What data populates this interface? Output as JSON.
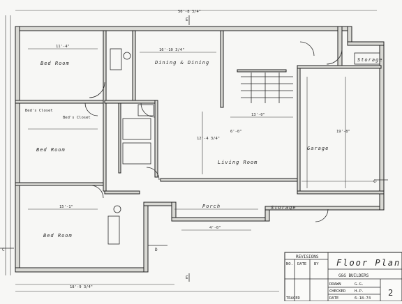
{
  "rooms": {
    "bed_room_1": "Bed Room",
    "bed_room_2": "Bed Room",
    "bed_room_3": "Bed Room",
    "dining": "Dining & Dining",
    "living": "Living Room",
    "garage": "Garage",
    "storage": "Storage",
    "porch": "Porch",
    "storage_low": "Storage",
    "closet_a": "Bed's Closet",
    "closet_b": "Bed's Closet"
  },
  "dimensions": {
    "overall_top": "56'-8 3/4\"",
    "overall_bottom": "18'-9 3/4\"",
    "bed1": "11'-4\"",
    "dining": "16'-10 3/4\"",
    "living_w": "13'-0\"",
    "living_h": "12'-4 3/4\"",
    "garage": "19'-8\"",
    "bed3": "15'-1\"",
    "misc_a": "6'-0\"",
    "misc_b": "4'-0\""
  },
  "markers": {
    "e_top": "E",
    "e_bottom": "E",
    "d_bottom": "D",
    "c_left": "C",
    "c_right": "C"
  },
  "title_block": {
    "title": "Floor Plan",
    "builder": "G&G BUILDERS",
    "revisions_header": "REVISIONS",
    "col_no": "NO.",
    "col_date": "DATE",
    "col_by": "BY",
    "drawn_label": "DRAWN",
    "drawn_value": "G.G.",
    "checked_label": "CHECKED",
    "checked_value": "H.P.",
    "date_label": "DATE",
    "date_value": "6-18-74",
    "traced_label": "TRACED",
    "sheet_no": "2"
  }
}
